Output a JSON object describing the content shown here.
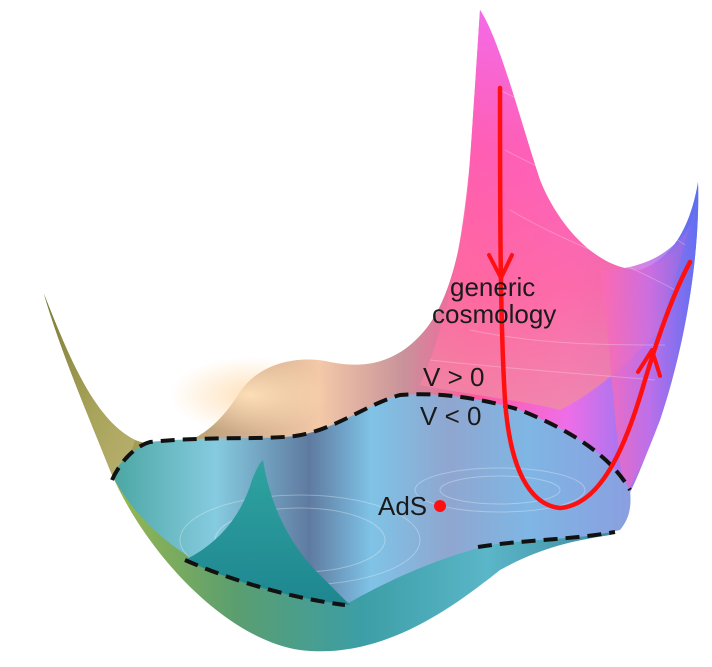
{
  "labels": {
    "generic_line1": "generic",
    "generic_line2": "cosmology",
    "v_positive": "V > 0",
    "v_negative": "V < 0",
    "ads": "AdS"
  },
  "colors": {
    "trajectory": "#ff1010",
    "boundary": "#111111",
    "ads_point": "#ff1010",
    "surface_pink": "#ff5aa5",
    "surface_magenta": "#f070f0",
    "surface_blue": "#7a7cf5",
    "surface_cyan": "#78d2ec",
    "surface_green": "#6aa86a",
    "surface_olive": "#8a8a4a",
    "surface_tan": "#f1c9a0"
  }
}
